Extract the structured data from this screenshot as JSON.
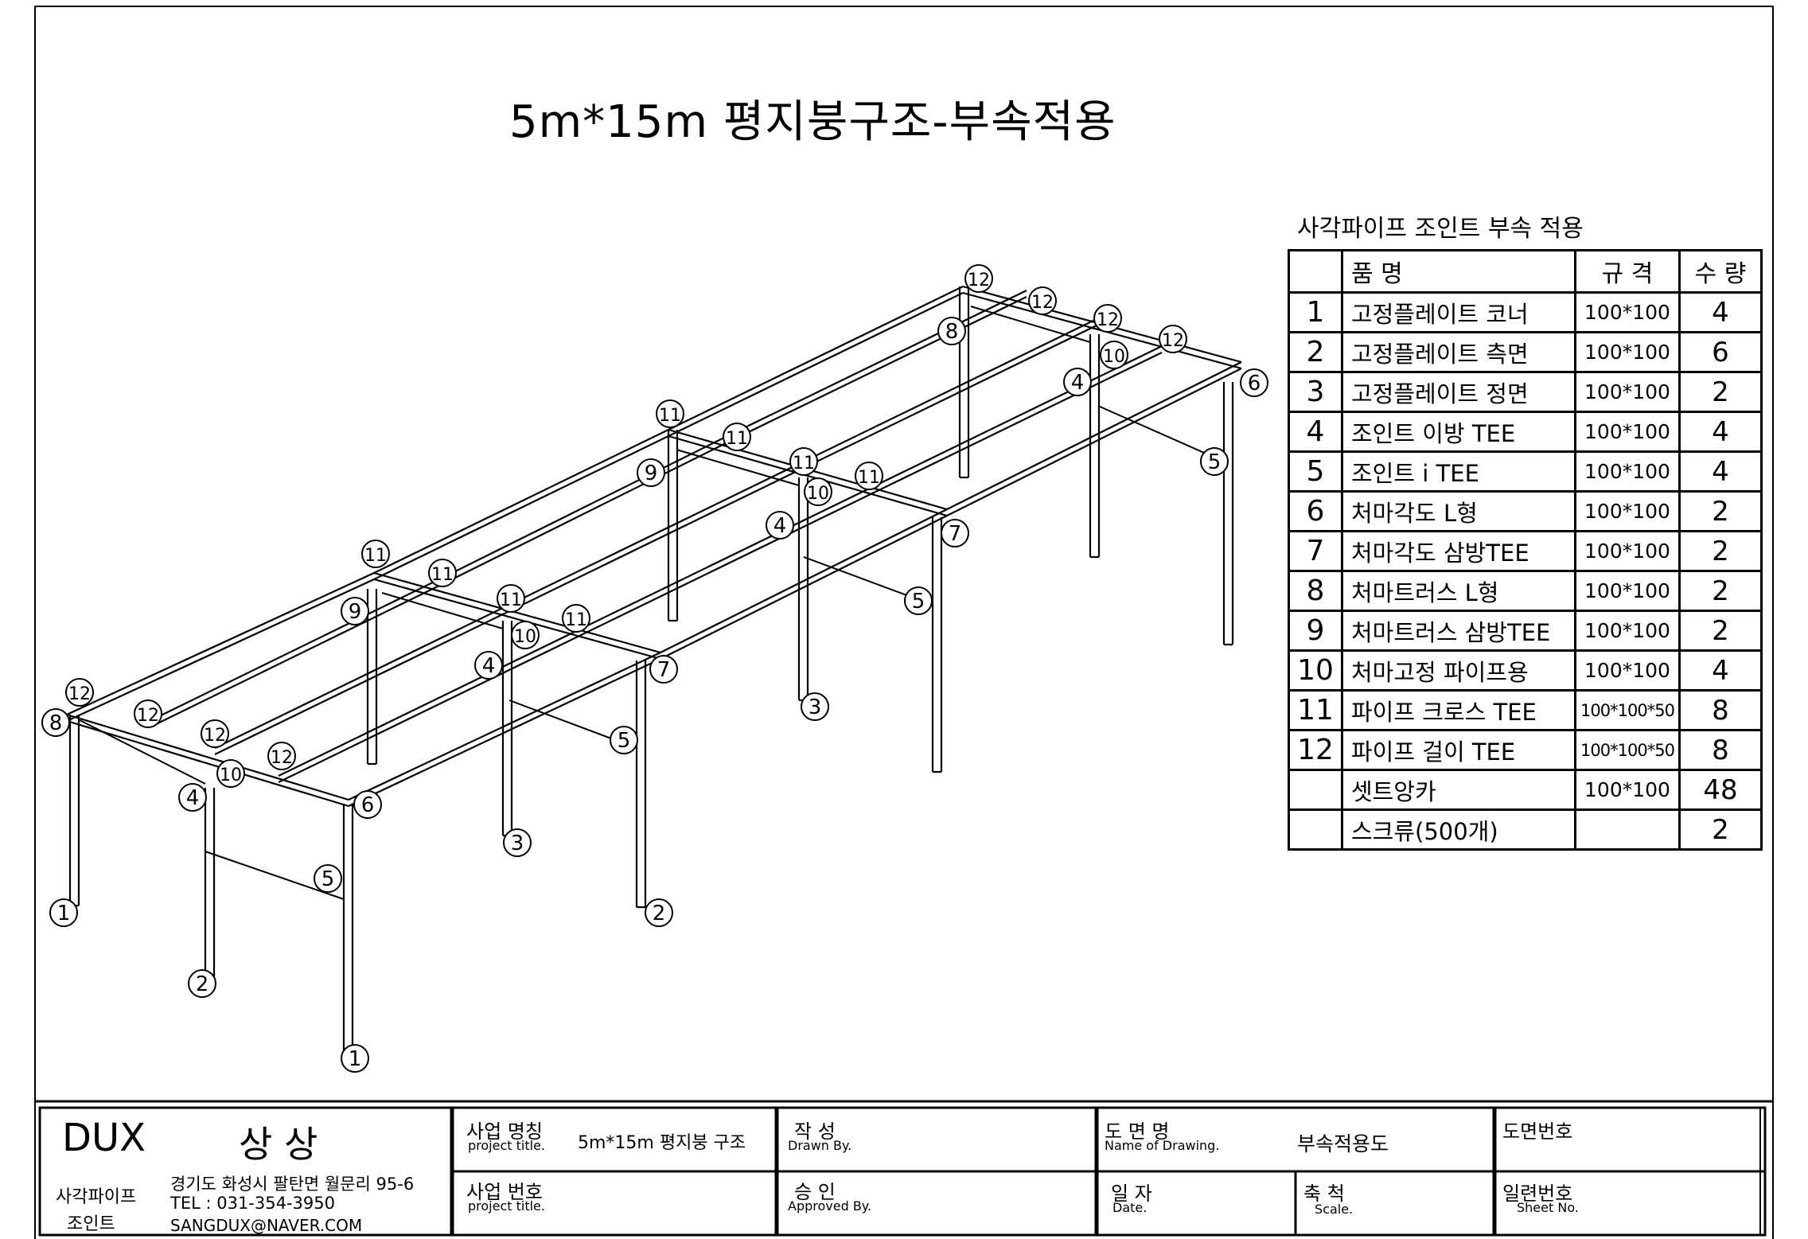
{
  "title": "5m*15m  평지붕구조-부속적용",
  "parts_table": {
    "caption": "사각파이프 조인트 부속 적용",
    "headers": {
      "name": "품        명",
      "spec": "규   격",
      "qty": "수  량"
    },
    "rows": [
      {
        "no": "1",
        "name": "고정플레이트 코너",
        "spec": "100*100",
        "qty": "4"
      },
      {
        "no": "2",
        "name": "고정플레이트 측면",
        "spec": "100*100",
        "qty": "6"
      },
      {
        "no": "3",
        "name": "고정플레이트 정면",
        "spec": "100*100",
        "qty": "2"
      },
      {
        "no": "4",
        "name": "조인트 이방 TEE",
        "spec": "100*100",
        "qty": "4"
      },
      {
        "no": "5",
        "name": "조인트 i TEE",
        "spec": "100*100",
        "qty": "4"
      },
      {
        "no": "6",
        "name": "처마각도 L형",
        "spec": "100*100",
        "qty": "2"
      },
      {
        "no": "7",
        "name": "처마각도 삼방TEE",
        "spec": "100*100",
        "qty": "2"
      },
      {
        "no": "8",
        "name": "처마트러스 L형",
        "spec": "100*100",
        "qty": "2"
      },
      {
        "no": "9",
        "name": "처마트러스 삼방TEE",
        "spec": "100*100",
        "qty": "2"
      },
      {
        "no": "10",
        "name": "처마고정 파이프용",
        "spec": "100*100",
        "qty": "4"
      },
      {
        "no": "11",
        "name": "파이프 크로스 TEE",
        "spec": "100*100*50",
        "qty": "8"
      },
      {
        "no": "12",
        "name": "파이프 걸이 TEE",
        "spec": "100*100*50",
        "qty": "8"
      },
      {
        "no": "",
        "name": "셋트앙카",
        "spec": "100*100",
        "qty": "48"
      },
      {
        "no": "",
        "name": "스크류(500개)",
        "spec": "",
        "qty": "2"
      }
    ]
  },
  "title_block": {
    "company": "DUX",
    "company_kr": "상 상",
    "product_line1": "사각파이프",
    "product_line2": "조인트",
    "address": "경기도 화성시 팔탄면 월문리 95-6",
    "tel": "TEL : 031-354-3950",
    "email": "SANGDUX@NAVER.COM",
    "project_name_label": "사업 명칭",
    "project_name_sub": "project title.",
    "project_name_value": "5m*15m  평지붕 구조",
    "project_no_label": "사업 번호",
    "project_no_sub": "project title.",
    "drawn_label": "작   성",
    "drawn_sub": "Drawn By.",
    "approved_label": "승   인",
    "approved_sub": "Approved By.",
    "drawing_name_label": "도 면 명",
    "drawing_name_sub": "Name of Drawing.",
    "drawing_name_value": "부속적용도",
    "date_label": "일  자",
    "date_sub": "Date.",
    "scale_label": "축  척",
    "scale_sub": "Scale.",
    "drawing_no_label": "도면번호",
    "sheet_no_label": "일련번호",
    "sheet_no_sub": "Sheet No."
  },
  "callouts": [
    "1",
    "2",
    "3",
    "4",
    "5",
    "6",
    "7",
    "8",
    "9",
    "10",
    "11",
    "12"
  ]
}
